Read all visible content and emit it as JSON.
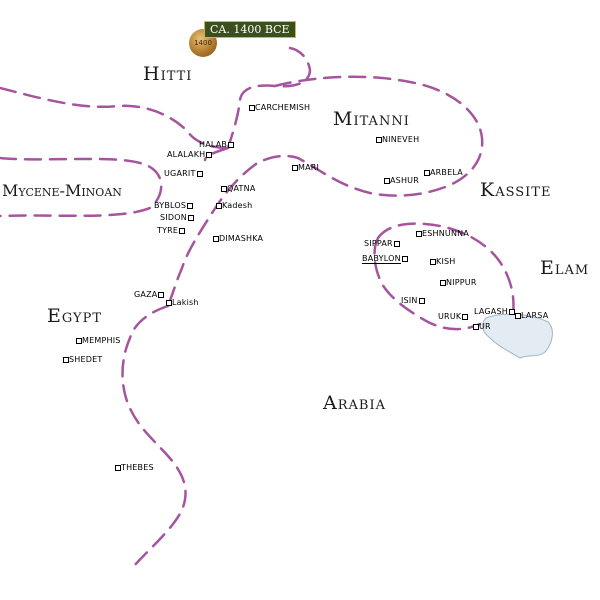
{
  "title_badge": "CA. 1400 BCE",
  "coin_label": "1400",
  "colors": {
    "border": "#a4559e",
    "gulf_fill": "#e3ecf3",
    "gulf_stroke": "#9fb6c8",
    "badge": "#3a4f1c"
  },
  "regions": {
    "hitti": "Hitti",
    "mitanni": "Mitanni",
    "kassite": "Kassite",
    "elam": "Elam",
    "mycene_minoan": "Mycene-Minoan",
    "egypt": "Egypt",
    "arabia": "Arabia"
  },
  "cities": {
    "carchemish": "CARCHEMISH",
    "halab": "HALAB",
    "alalakh": "ALALAKH",
    "ugarit": "UGARIT",
    "qatna": "QATNA",
    "kadesh": "Kadesh",
    "byblos": "BYBLOS",
    "sidon": "SIDON",
    "tyre": "TYRE",
    "dimashka": "DIMASHKA",
    "mari": "MARI",
    "nineveh": "NINEVEH",
    "ashur": "ASHUR",
    "arbela": "ARBELA",
    "sippar": "SIPPAR",
    "eshnunna": "ESHNUNNA",
    "babylon": "BABYLON",
    "kish": "KISH",
    "nippur": "NIPPUR",
    "isin": "ISIN",
    "uruk": "URUK",
    "lagash": "LAGASH",
    "larsa": "LARSA",
    "ur": "UR",
    "gaza": "GAZA",
    "lakish": "Lakish",
    "memphis": "MEMPHIS",
    "shedet": "SHEDET",
    "thebes": "THEBES"
  }
}
